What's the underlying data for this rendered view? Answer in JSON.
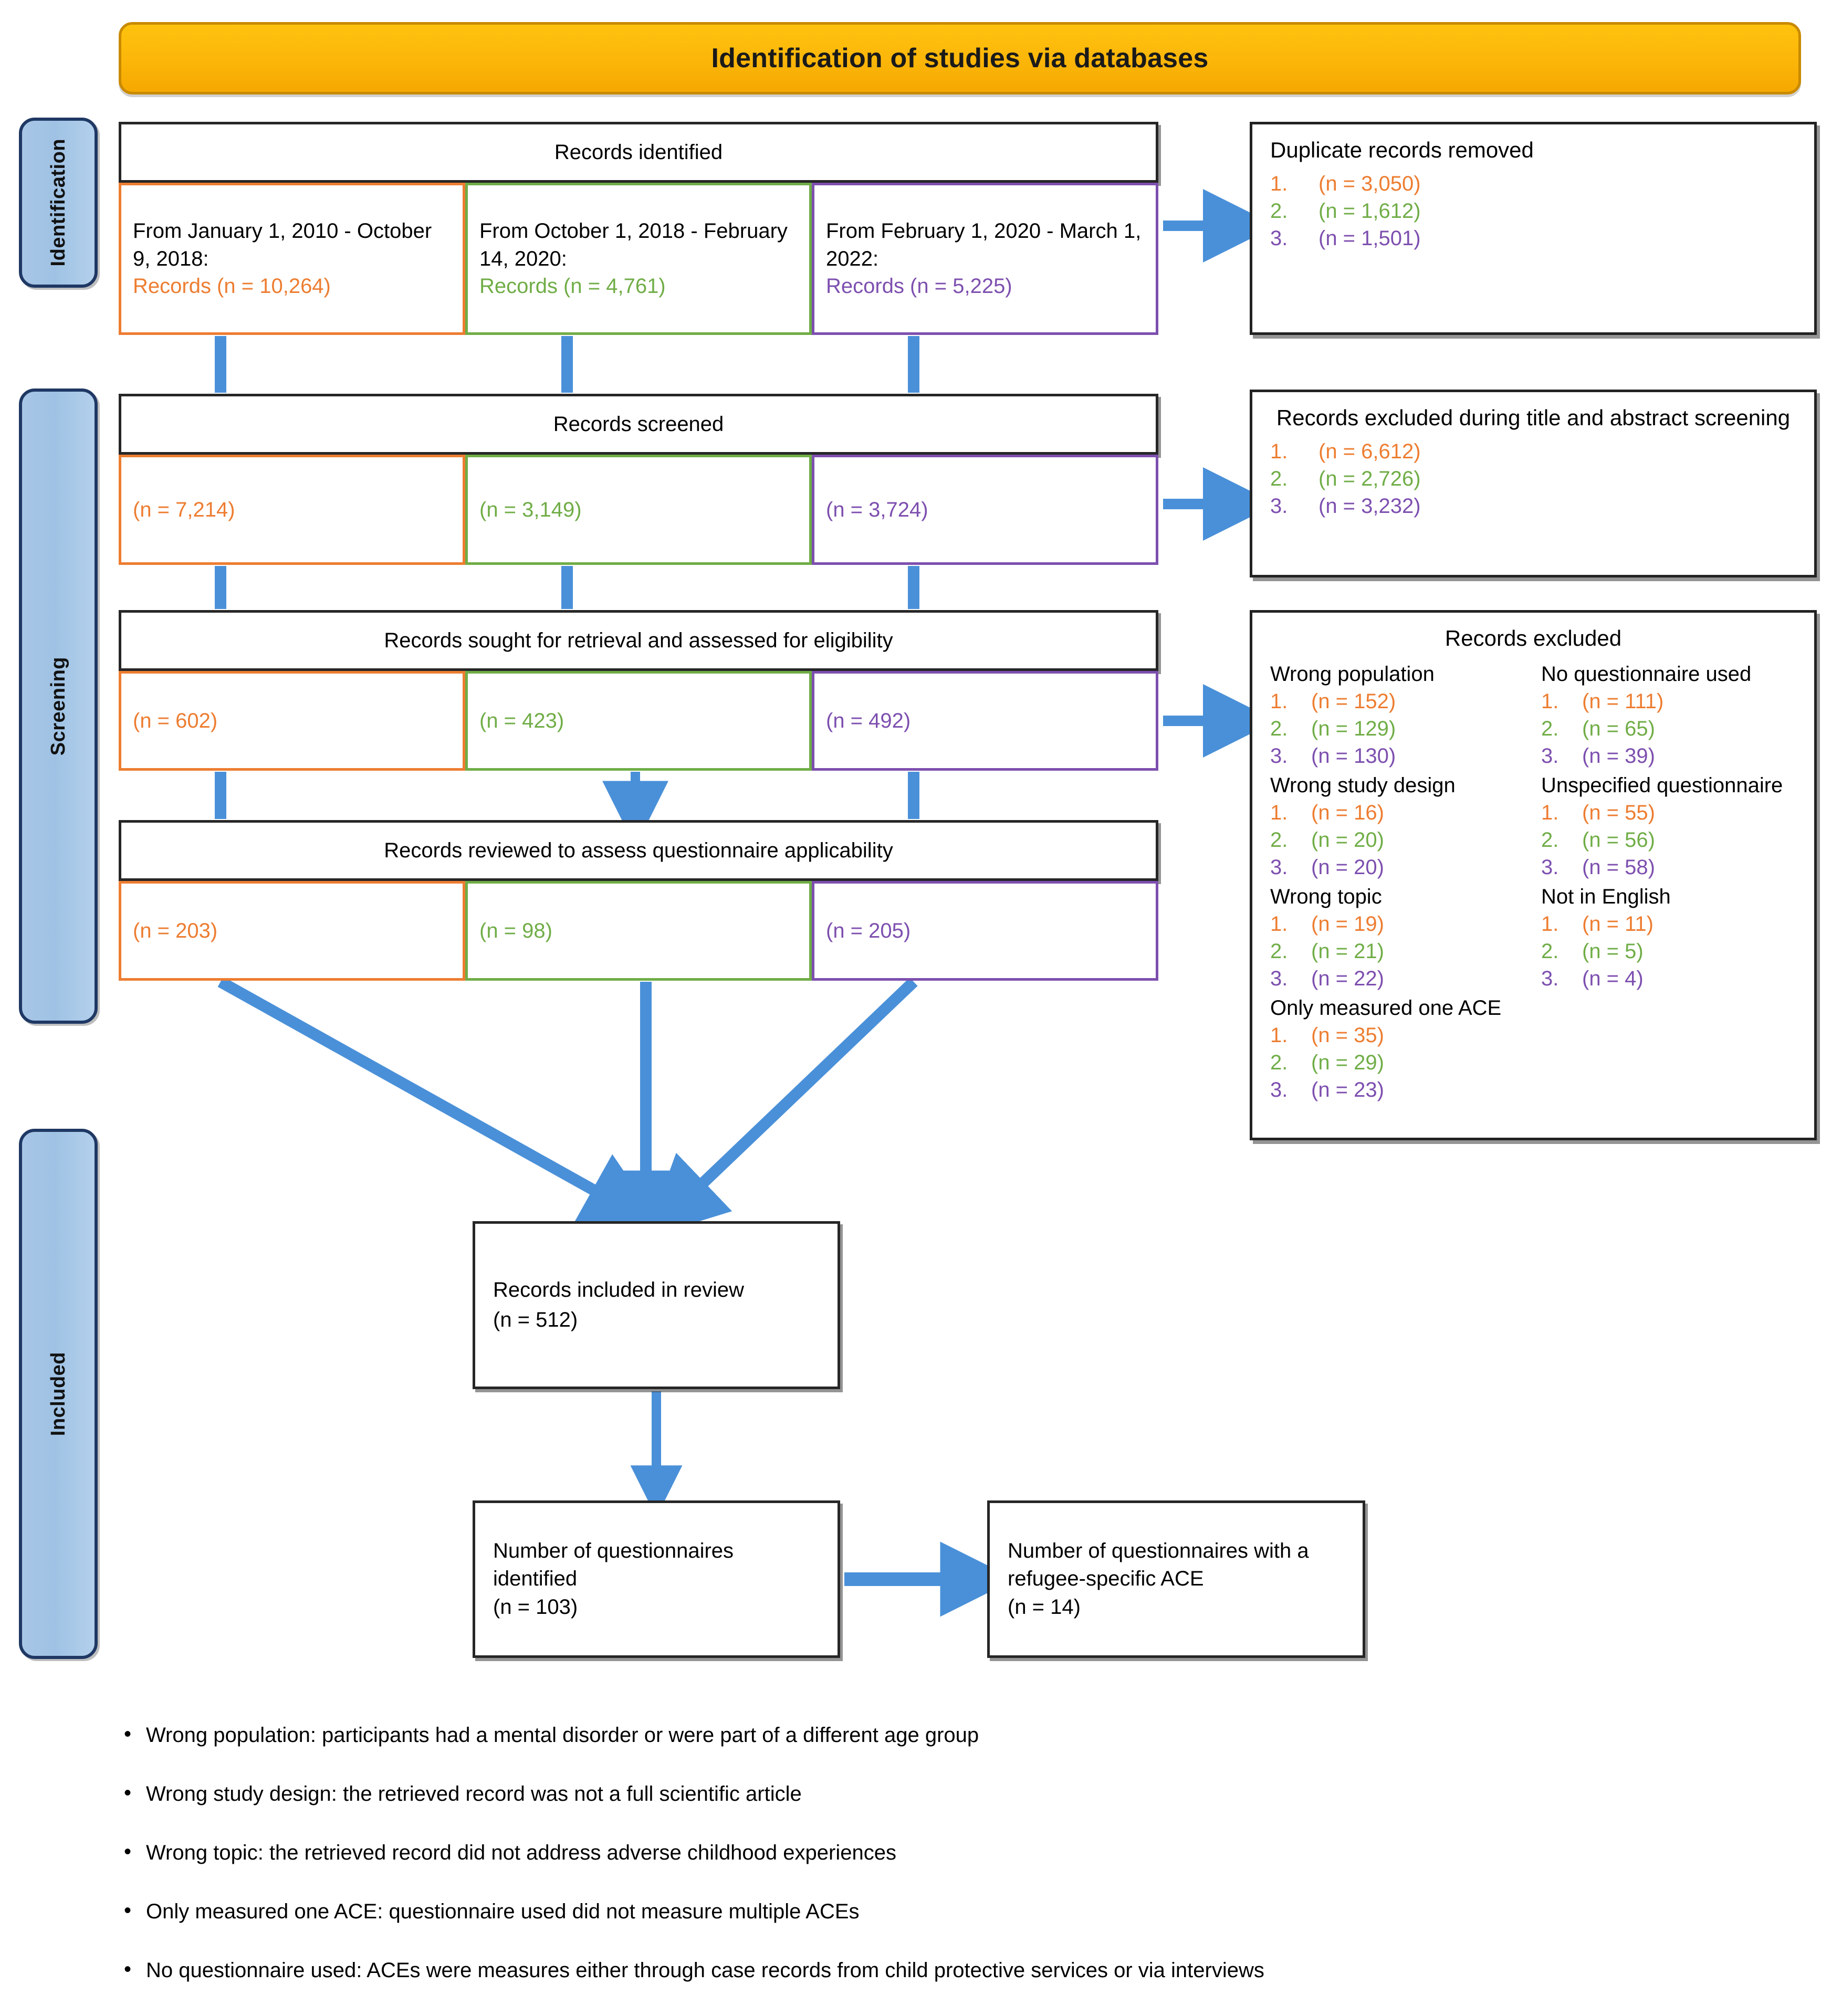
{
  "title": "Identification of studies via databases",
  "stages": [
    {
      "label": "Identification"
    },
    {
      "label": "Screening"
    },
    {
      "label": "Included"
    }
  ],
  "colors": {
    "series1": "#ED7D31",
    "series2": "#70AD47",
    "series3": "#7D4FAF",
    "banner": "#FCB70A",
    "stage_bar": "#A8C6E6",
    "arrow": "#4A90D9",
    "box_border": "#262626"
  },
  "rows": {
    "identified": {
      "header": "Records identified",
      "cells": [
        {
          "period": "From January 1, 2010 - October 9, 2018:",
          "value": "Records (n = 10,264)"
        },
        {
          "period": "From October 1, 2018 - February 14, 2020:",
          "value": "Records (n = 4,761)"
        },
        {
          "period": "From February 1, 2020 - March 1, 2022:",
          "value": "Records (n = 5,225)"
        }
      ]
    },
    "screened": {
      "header": "Records screened",
      "cells": [
        {
          "value": "(n = 7,214)"
        },
        {
          "value": "(n = 3,149)"
        },
        {
          "value": "(n = 3,724)"
        }
      ]
    },
    "sought": {
      "header": "Records sought for retrieval and assessed for eligibility",
      "cells": [
        {
          "value": "(n = 602)"
        },
        {
          "value": "(n = 423)"
        },
        {
          "value": "(n = 492)"
        }
      ]
    },
    "reviewed": {
      "header": "Records reviewed to assess questionnaire applicability",
      "cells": [
        {
          "value": "(n = 203)"
        },
        {
          "value": "(n = 98)"
        },
        {
          "value": "(n = 205)"
        }
      ]
    }
  },
  "exclusions": {
    "duplicates": {
      "title": "Duplicate records removed",
      "items": [
        {
          "no": "1.",
          "value": "(n = 3,050)"
        },
        {
          "no": "2.",
          "value": "(n = 1,612)"
        },
        {
          "no": "3.",
          "value": "(n = 1,501)"
        }
      ]
    },
    "title_abstract": {
      "title": "Records excluded during title and abstract screening",
      "items": [
        {
          "no": "1.",
          "value": "(n = 6,612)"
        },
        {
          "no": "2.",
          "value": "(n = 2,726)"
        },
        {
          "no": "3.",
          "value": "(n = 3,232)"
        }
      ]
    },
    "full": {
      "title": "Records excluded",
      "left_reasons": [
        {
          "name": "Wrong population",
          "items": [
            {
              "no": "1.",
              "value": "(n = 152)"
            },
            {
              "no": "2.",
              "value": "(n = 129)"
            },
            {
              "no": "3.",
              "value": "(n = 130)"
            }
          ]
        },
        {
          "name": "Wrong study design",
          "items": [
            {
              "no": "1.",
              "value": "(n = 16)"
            },
            {
              "no": "2.",
              "value": "(n = 20)"
            },
            {
              "no": "3.",
              "value": "(n = 20)"
            }
          ]
        },
        {
          "name": "Wrong topic",
          "items": [
            {
              "no": "1.",
              "value": "(n = 19)"
            },
            {
              "no": "2.",
              "value": "(n = 21)"
            },
            {
              "no": "3.",
              "value": "(n = 22)"
            }
          ]
        },
        {
          "name": "Only measured one ACE",
          "items": [
            {
              "no": "1.",
              "value": "(n = 35)"
            },
            {
              "no": "2.",
              "value": "(n = 29)"
            },
            {
              "no": "3.",
              "value": "(n = 23)"
            }
          ]
        }
      ],
      "right_reasons": [
        {
          "name": "No questionnaire used",
          "items": [
            {
              "no": "1.",
              "value": "(n = 111)"
            },
            {
              "no": "2.",
              "value": "(n = 65)"
            },
            {
              "no": "3.",
              "value": "(n = 39)"
            }
          ]
        },
        {
          "name": "Unspecified questionnaire",
          "items": [
            {
              "no": "1.",
              "value": "(n = 55)"
            },
            {
              "no": "2.",
              "value": "(n = 56)"
            },
            {
              "no": "3.",
              "value": "(n = 58)"
            }
          ]
        },
        {
          "name": "Not in English",
          "items": [
            {
              "no": "1.",
              "value": "(n = 11)"
            },
            {
              "no": "2.",
              "value": "(n = 5)"
            },
            {
              "no": "3.",
              "value": "(n = 4)"
            }
          ]
        }
      ]
    }
  },
  "outcomes": {
    "included_review": {
      "label": "Records included in review",
      "value": "(n = 512)"
    },
    "questionnaires_identified": {
      "label": "Number of questionnaires identified",
      "value": "(n = 103)"
    },
    "questionnaires_refugee": {
      "label": "Number of questionnaires with a refugee-specific ACE",
      "value": "(n = 14)"
    }
  },
  "footnotes": [
    "Wrong population: participants had a mental disorder or were part of a different age group",
    "Wrong study design: the retrieved record was not a full scientific article",
    "Wrong topic: the retrieved record did not address adverse childhood experiences",
    "Only measured one ACE: questionnaire used did not measure multiple ACEs",
    "No questionnaire used: ACEs were measures either through case records from child protective services or via interviews"
  ]
}
